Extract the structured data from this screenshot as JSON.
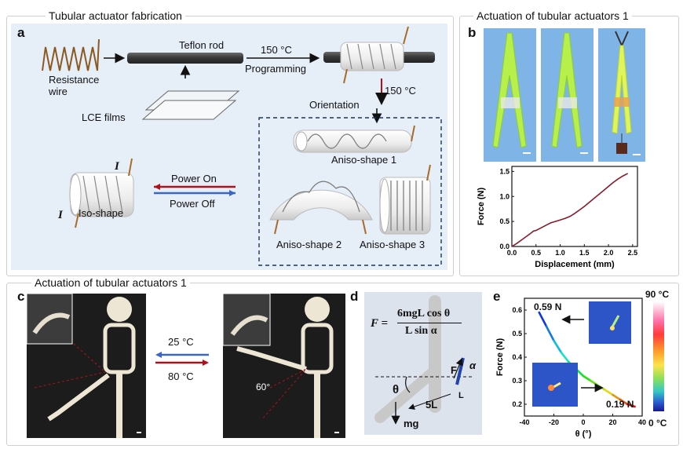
{
  "sections": {
    "top_left_title": "Tubular actuator fabrication",
    "top_right_title": "Actuation of tubular actuators 1",
    "bottom_title": "Actuation of tubular actuators 1"
  },
  "panels": {
    "a": {
      "label": "a",
      "resistance_wire": "Resistance\nwire",
      "teflon_rod": "Teflon rod",
      "lce_films": "LCE films",
      "programming_temp": "150 °C",
      "programming": "Programming",
      "orientation": "Orientation",
      "orientation_temp": "150 °C",
      "aniso1": "Aniso-shape 1",
      "aniso2": "Aniso-shape 2",
      "aniso3": "Aniso-shape 3",
      "iso": "Iso-shape",
      "power_on": "Power On",
      "power_off": "Power Off",
      "current_symbol": "I"
    },
    "b": {
      "label": "b",
      "chart_data": {
        "type": "line",
        "xlabel": "Displacement (mm)",
        "ylabel": "Force (N)",
        "xlim": [
          0,
          2.6
        ],
        "ylim": [
          0,
          1.6
        ],
        "xticks": [
          "0.0",
          "0.5",
          "1.0",
          "1.5",
          "2.0",
          "2.5"
        ],
        "yticks": [
          "0.0",
          "0.5",
          "1.0",
          "1.5"
        ],
        "x": [
          0,
          0.1,
          0.2,
          0.3,
          0.4,
          0.45,
          0.5,
          0.6,
          0.7,
          0.8,
          0.9,
          1.0,
          1.1,
          1.2,
          1.3,
          1.4,
          1.5,
          1.6,
          1.7,
          1.8,
          1.9,
          2.0,
          2.1,
          2.2,
          2.3,
          2.4
        ],
        "y": [
          0,
          0.06,
          0.13,
          0.2,
          0.27,
          0.31,
          0.32,
          0.37,
          0.42,
          0.47,
          0.5,
          0.53,
          0.56,
          0.6,
          0.66,
          0.73,
          0.8,
          0.88,
          0.96,
          1.04,
          1.12,
          1.2,
          1.28,
          1.35,
          1.41,
          1.46
        ],
        "color": "#8b1a2a"
      }
    },
    "c": {
      "label": "c",
      "cool_temp": "25 °C",
      "heat_temp": "80 °C",
      "angle": "60°"
    },
    "d": {
      "label": "d",
      "formula_lhs": "F =",
      "formula_num": "6mgL cos θ",
      "formula_den": "L sin α",
      "F": "F",
      "alpha": "α",
      "theta": "θ",
      "fiveL": "5L",
      "L": "L",
      "mg": "mg"
    },
    "e": {
      "label": "e",
      "annot_top": "0.59 N",
      "annot_bottom": "0.19 N",
      "colorbar_max": "90 °C",
      "colorbar_min": "0 °C",
      "chart_data": {
        "type": "line",
        "xlabel": "θ (°)",
        "ylabel": "Force (N)",
        "xlim": [
          -40,
          40
        ],
        "ylim": [
          0.15,
          0.65
        ],
        "xticks": [
          "-40",
          "-20",
          "0",
          "20",
          "40"
        ],
        "yticks": [
          "0.2",
          "0.3",
          "0.4",
          "0.5",
          "0.6"
        ],
        "x": [
          -30,
          -25,
          -20,
          -15,
          -10,
          -5,
          0,
          5,
          10,
          15,
          20,
          25,
          30,
          35
        ],
        "y": [
          0.59,
          0.53,
          0.47,
          0.42,
          0.38,
          0.35,
          0.32,
          0.3,
          0.28,
          0.26,
          0.24,
          0.22,
          0.2,
          0.19
        ]
      }
    }
  },
  "colors": {
    "blue_panel_bg": "#e6eef8",
    "arrow_red": "#b0101a",
    "arrow_blue": "#3a66c4",
    "curve_dark_red": "#8b1a2a",
    "tweezer_green": "#b7f04a",
    "photo_sky": "#7fb4e6",
    "photo_dark": "#1c1c1c"
  }
}
